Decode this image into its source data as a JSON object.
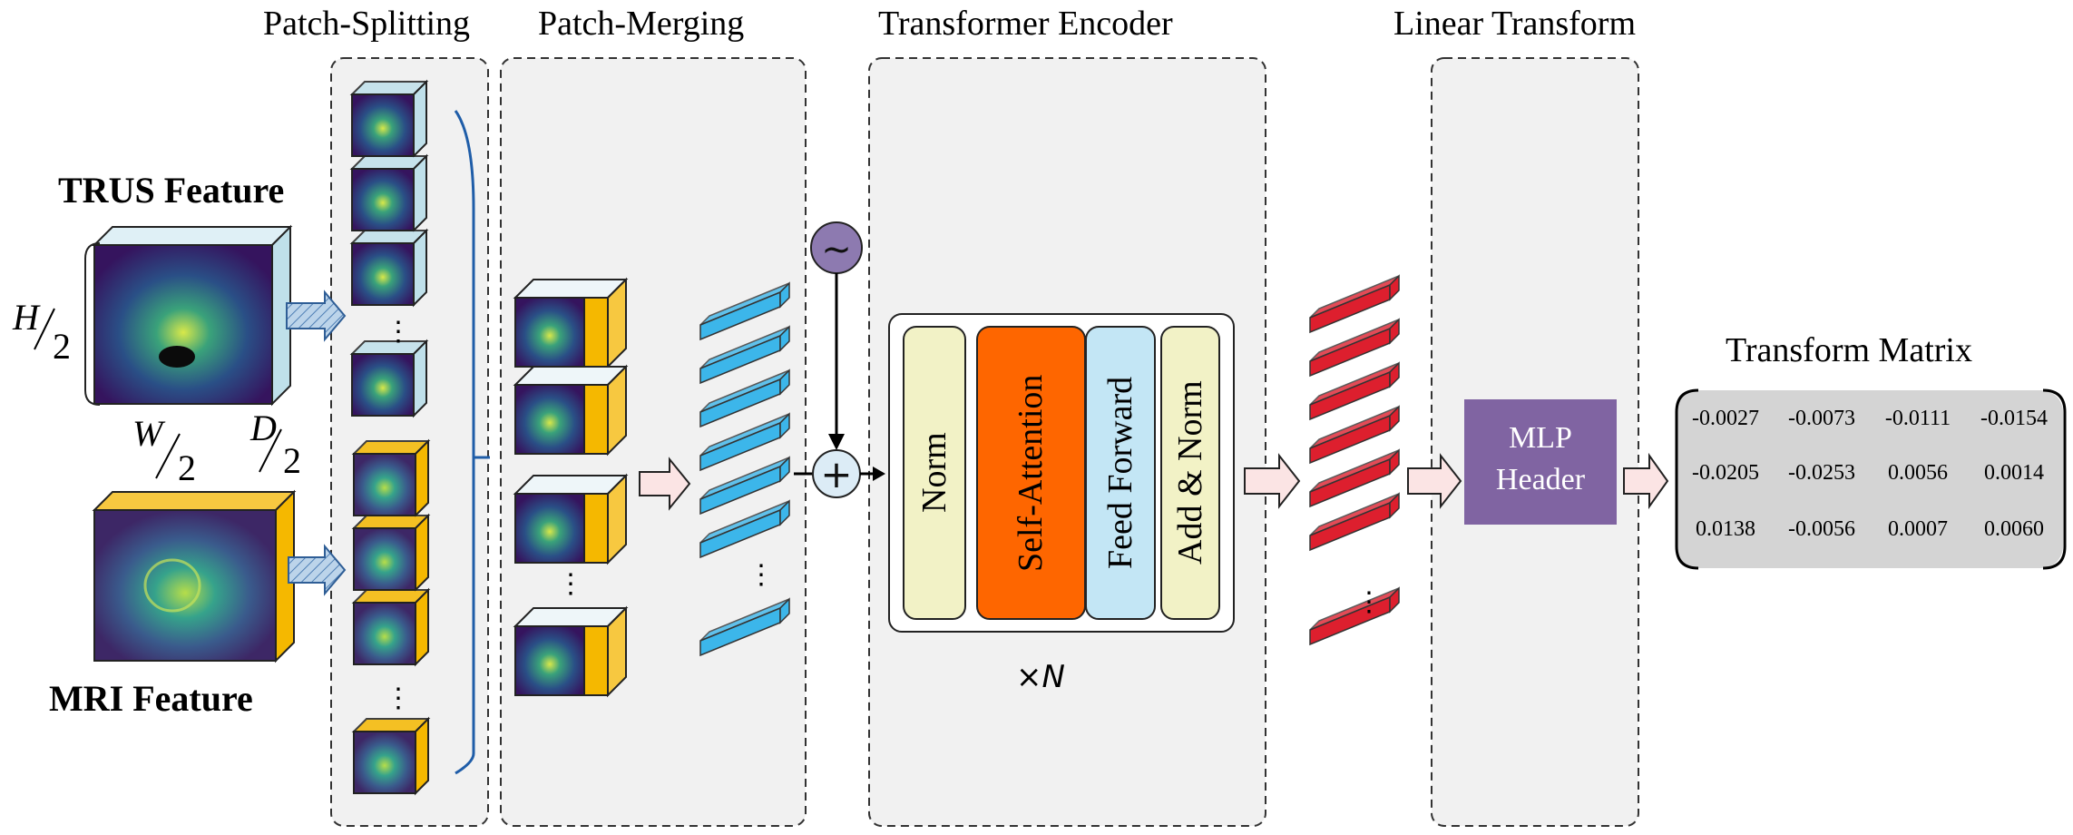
{
  "sections": {
    "patch_splitting": "Patch-Splitting",
    "patch_merging": "Patch-Merging",
    "transformer_encoder": "Transformer Encoder",
    "linear_transform": "Linear Transform",
    "transform_matrix": "Transform Matrix"
  },
  "inputs": {
    "trus": "TRUS Feature",
    "mri": "MRI Feature",
    "dim_h": "H",
    "dim_w": "W",
    "dim_d": "D",
    "divisor": "2"
  },
  "encoder": {
    "blocks": [
      "Norm",
      "Self-Attention",
      "Feed Forward",
      "Add & Norm"
    ],
    "repeat_prefix": "×",
    "repeat_var": "N",
    "pos_symbol": "~",
    "plus_symbol": "+"
  },
  "mlp": {
    "line1": "MLP",
    "line2": "Header"
  },
  "ellipsis": "⋮",
  "matrix": [
    [
      "-0.0027",
      "-0.0073",
      "-0.0111",
      "-0.0154"
    ],
    [
      "-0.0205",
      "-0.0253",
      "0.0056",
      "0.0014"
    ],
    [
      "0.0138",
      "-0.0056",
      "0.0007",
      "0.0060"
    ]
  ],
  "colors": {
    "panel_bg": "#f1f1f1",
    "trus_side": "#bfe0ea",
    "mri_side": "#f5b800",
    "token_blue": "#3cb6ea",
    "token_red": "#dd1f2e",
    "norm_block": "#f2f2c6",
    "attn_block": "#fe6600",
    "ff_block": "#c3e6f5",
    "mlp_block": "#8064a2",
    "pos_circle": "#8d7ab0",
    "plus_circle": "#dcecf6",
    "arrow_fill": "#fbe4e4",
    "hatch_arrow": "#bcd4ea",
    "brace": "#1f5da8"
  }
}
